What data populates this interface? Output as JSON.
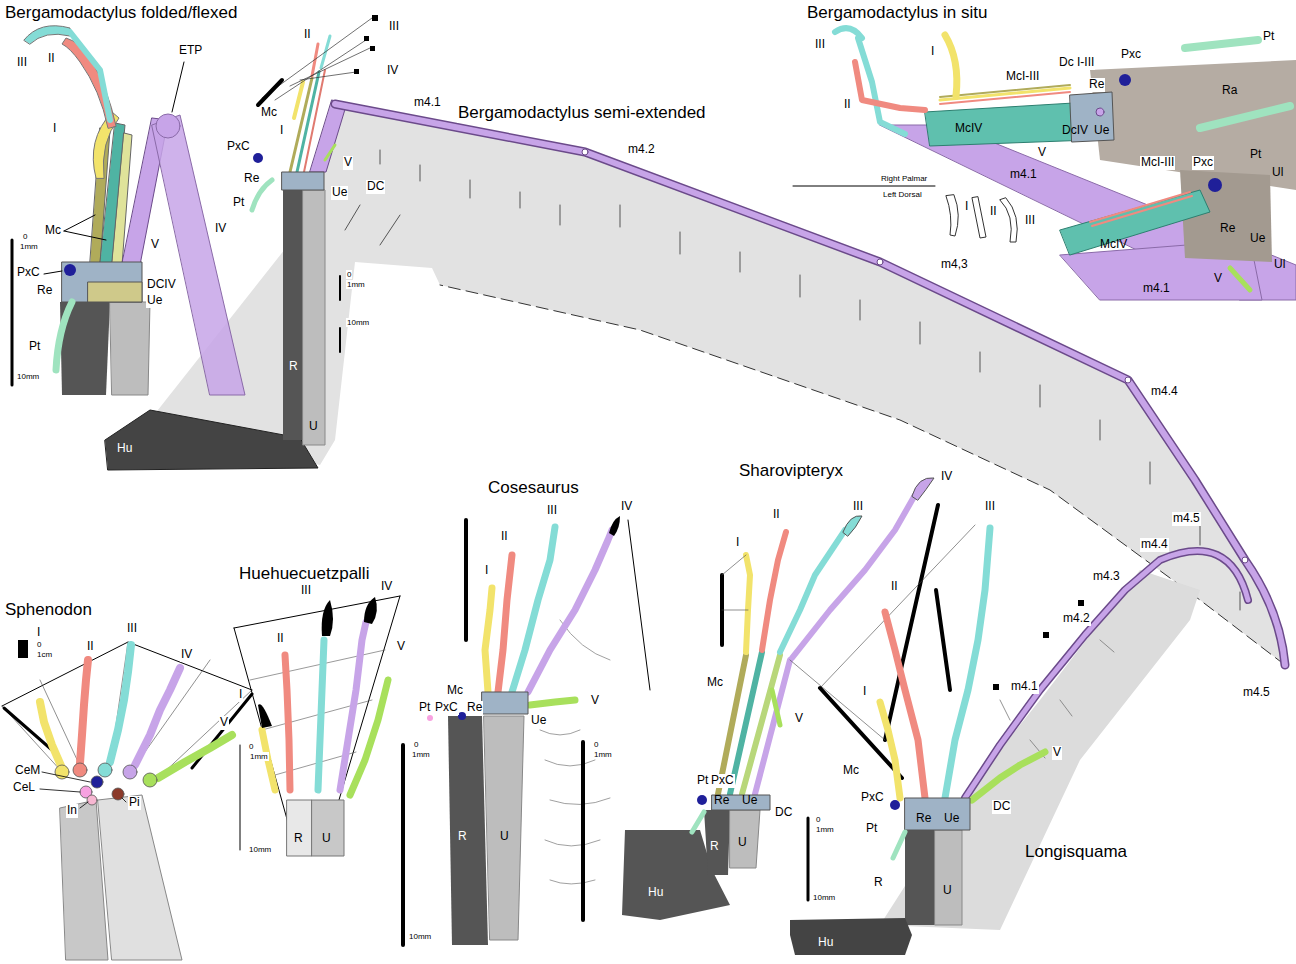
{
  "diagram": {
    "labels": [
      "Bergamodactylus folded/flexed",
      "III",
      "II",
      "I",
      "ETP",
      "Mc",
      "PxC",
      "Re",
      "DCIV",
      "Ue",
      "Pt",
      "IV",
      "V",
      "0",
      "1mm",
      "10mm",
      "II",
      "III",
      "IV",
      "Mc",
      "I",
      "PxC",
      "Re",
      "Pt",
      "V",
      "DC",
      "Ue",
      "m4.1",
      "Bergamodactylus semi-extended",
      "m4.2",
      "0",
      "1mm",
      "10mm",
      "R",
      "U",
      "Hu",
      "m4,3",
      "m4.4",
      "m4.5",
      "Bergamodactylus in situ",
      "III",
      "II",
      "I",
      "McI-III",
      "Dc I-III",
      "Re",
      "Pxc",
      "Pt",
      "Ra",
      "Pt",
      "Ul",
      "McIV",
      "V",
      "DcIV",
      "Ue",
      "m4.1",
      "Right Palmar",
      "Left Dorsal",
      "I",
      "II",
      "III",
      "McI-III",
      "Pxc",
      "Re",
      "Ue",
      "Ul",
      "McIV",
      "m4.1",
      "V",
      "Sphenodon",
      "0",
      "1cm",
      "I",
      "II",
      "III",
      "IV",
      "V",
      "CeM",
      "CeL",
      "In",
      "Pi",
      "Huehuecuetzpalli",
      "III",
      "IV",
      "II",
      "V",
      "I",
      "0",
      "1mm",
      "10mm",
      "R",
      "U",
      "Cosesaurus",
      "III",
      "IV",
      "II",
      "I",
      "Mc",
      "Pt",
      "PxC",
      "Re",
      "Ue",
      "V",
      "R",
      "U",
      "0",
      "1mm",
      "10mm",
      "Sharovipteryx",
      "IV",
      "III",
      "II",
      "I",
      "Mc",
      "V",
      "Pt",
      "PxC",
      "Re",
      "Ue",
      "DC",
      "R",
      "U",
      "Hu",
      "0",
      "1mm",
      "III",
      "II",
      "I",
      "m4.5",
      "m4.4",
      "m4.3",
      "m4.2",
      "m4.1",
      "V",
      "Mc",
      "PxC",
      "DC",
      "Pt",
      "Re",
      "Ue",
      "0",
      "1mm",
      "10mm",
      "R",
      "U",
      "Hu",
      "Longisquama"
    ]
  }
}
